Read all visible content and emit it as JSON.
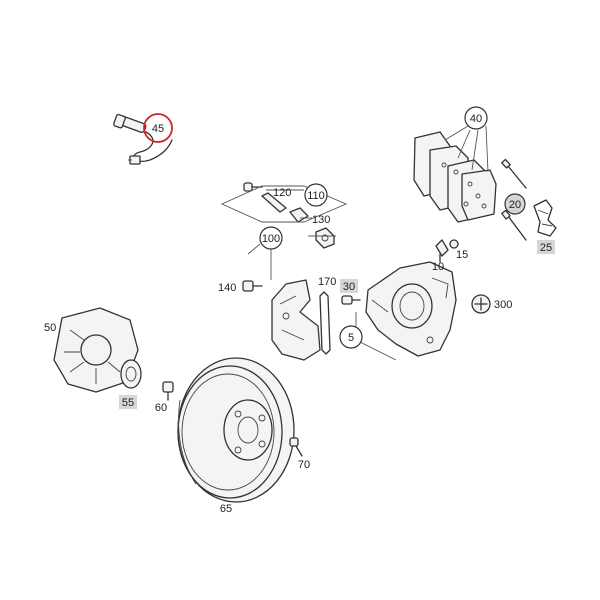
{
  "labels": {
    "p5": "5",
    "p10": "10",
    "p15": "15",
    "p20": "20",
    "p25": "25",
    "p30": "30",
    "p40": "40",
    "p45": "45",
    "p50": "50",
    "p55": "55",
    "p60": "60",
    "p65": "65",
    "p70": "70",
    "p100": "100",
    "p110": "110",
    "p120": "120",
    "p130": "130",
    "p140": "140",
    "p170": "170",
    "p300": "300"
  },
  "colors": {
    "highlight_ring": "#d0202a",
    "shaded_label_box": "#d6d6d6",
    "line": "#333333"
  }
}
